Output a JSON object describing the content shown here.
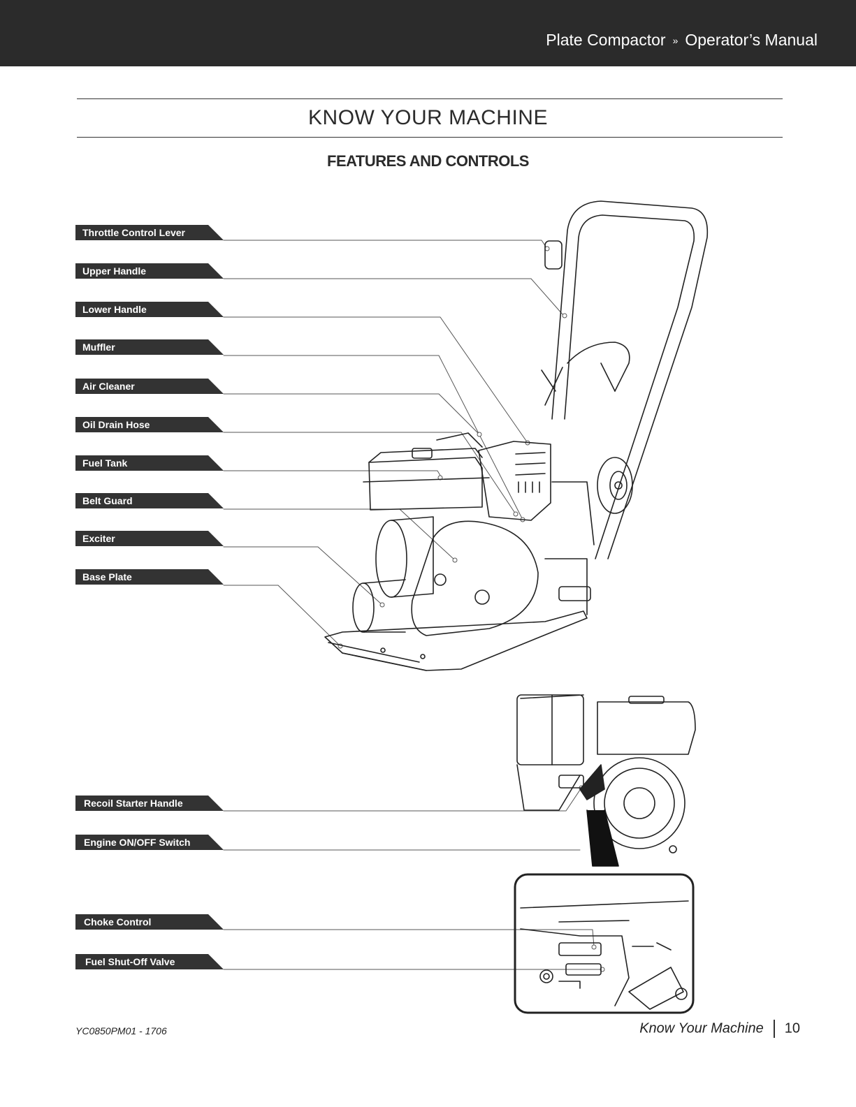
{
  "header": {
    "product": "Plate Compactor",
    "separator": "»",
    "manual": "Operator’s Manual"
  },
  "section_title": "KNOW YOUR MACHINE",
  "subtitle": "FEATURES AND CONTROLS",
  "labels": [
    "Throttle Control Lever",
    "Upper Handle",
    "Lower Handle",
    "Muffler",
    "Air Cleaner",
    "Oil Drain Hose",
    "Fuel Tank",
    "Belt Guard",
    "Exciter",
    "Base Plate",
    "Recoil Starter Handle",
    "Engine ON/OFF Switch",
    "Choke Control",
    "Fuel Shut-Off Valve"
  ],
  "footer": {
    "doc_code": "YC0850PM01 - 1706",
    "section": "Know Your Machine",
    "page_number": "10"
  },
  "colors": {
    "header_bg": "#2b2b2b",
    "label_bg": "#333333"
  }
}
